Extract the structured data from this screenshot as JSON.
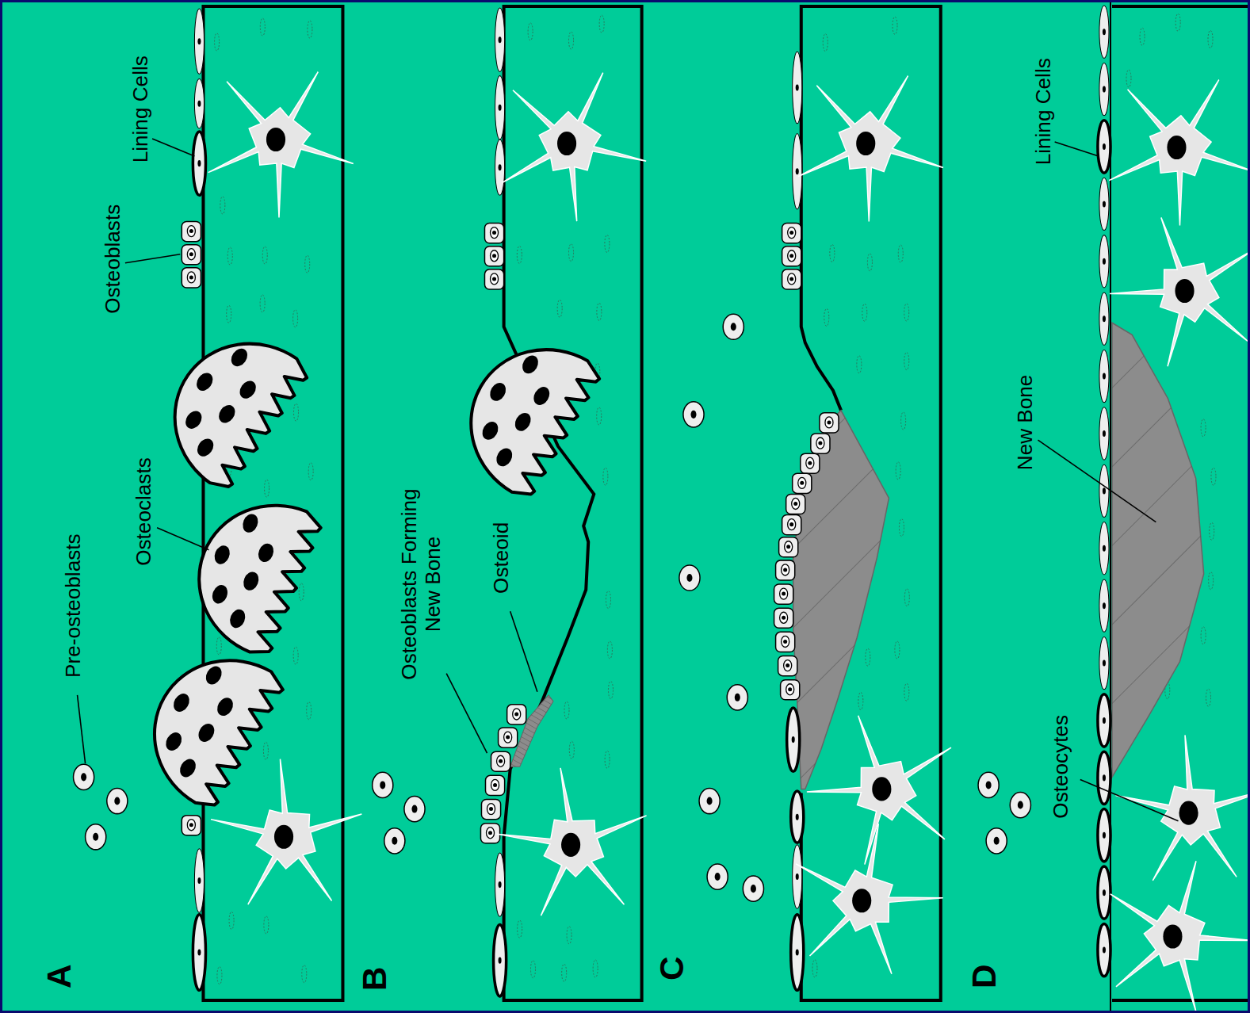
{
  "diagram": {
    "labels": [
      "A",
      "Pre-osteoblasts",
      "Osteoclasts",
      "Osteoblasts",
      "Lining Cells",
      "B",
      "Osteoblasts Forming New Bone",
      "Osteoid",
      "C",
      "D",
      "Lining Cells",
      "New Bone",
      "Osteocytes"
    ]
  }
}
